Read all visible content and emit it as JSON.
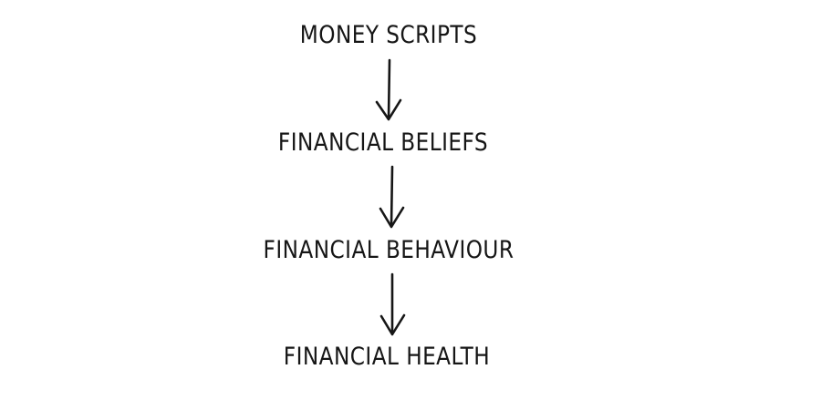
{
  "diagram": {
    "nodes": [
      {
        "id": "money-scripts",
        "label": "MONEY SCRIPTS"
      },
      {
        "id": "financial-beliefs",
        "label": "FINANCIAL BELIEFS"
      },
      {
        "id": "financial-behaviour",
        "label": "FINANCIAL BEHAVIOUR"
      },
      {
        "id": "financial-health",
        "label": "FINANCIAL HEALTH"
      }
    ],
    "edges": [
      {
        "from": "money-scripts",
        "to": "financial-beliefs"
      },
      {
        "from": "financial-beliefs",
        "to": "financial-behaviour"
      },
      {
        "from": "financial-behaviour",
        "to": "financial-health"
      }
    ]
  },
  "colors": {
    "background": "#ffffff",
    "ink": "#161616"
  }
}
